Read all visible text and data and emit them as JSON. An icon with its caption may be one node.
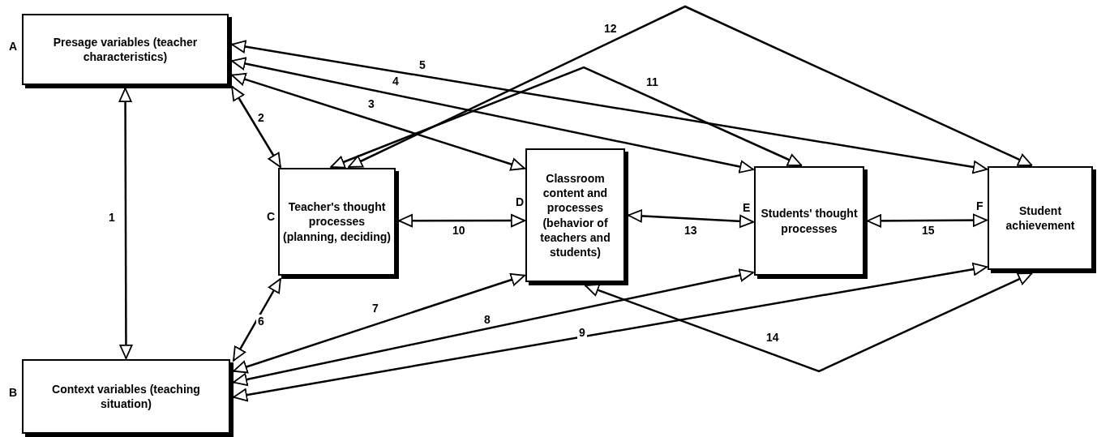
{
  "diagram": {
    "nodes": [
      {
        "text": [
          "Presage variables (teacher characteristics)"
        ],
        "beside": [
          "A"
        ]
      },
      {
        "text": [
          "Context variables (teaching situation)"
        ],
        "beside": [
          "B"
        ]
      },
      {
        "text": [
          "Teacher's thought processes (planning, deciding)"
        ],
        "beside": [
          "C"
        ]
      },
      {
        "text": [
          "Classroom content and processes (behavior of teachers and students)"
        ],
        "beside": [
          "D"
        ]
      },
      {
        "text": [
          "Students' thought processes"
        ],
        "beside": [
          "E"
        ]
      },
      {
        "text": [
          "Student achievement"
        ],
        "beside": [
          "F"
        ]
      }
    ],
    "edges": [
      {
        "from": 0,
        "to": 1,
        "arrow": "both",
        "label": "1"
      },
      {
        "from": 0,
        "to": 2,
        "arrow": "both",
        "label": "2"
      },
      {
        "from": 0,
        "to": 3,
        "arrow": "both",
        "label": "3"
      },
      {
        "from": 0,
        "to": 4,
        "arrow": "both",
        "label": "4"
      },
      {
        "from": 0,
        "to": 5,
        "arrow": "both",
        "label": "5"
      },
      {
        "from": 1,
        "to": 2,
        "arrow": "both",
        "label": "6"
      },
      {
        "from": 1,
        "to": 3,
        "arrow": "both",
        "label": "7"
      },
      {
        "from": 1,
        "to": 4,
        "arrow": "both",
        "label": "8"
      },
      {
        "from": 1,
        "to": 5,
        "arrow": "both",
        "label": "9"
      },
      {
        "from": 2,
        "to": 3,
        "arrow": "both",
        "label": "10"
      },
      {
        "from": 2,
        "to": 4,
        "arrow": "both",
        "label": "11"
      },
      {
        "from": 2,
        "to": 5,
        "arrow": "both",
        "label": "12"
      },
      {
        "from": 3,
        "to": 4,
        "arrow": "both",
        "label": "13"
      },
      {
        "from": 3,
        "to": 5,
        "arrow": "both",
        "label": "14"
      },
      {
        "from": 4,
        "to": 5,
        "arrow": "both",
        "label": "15"
      }
    ]
  }
}
